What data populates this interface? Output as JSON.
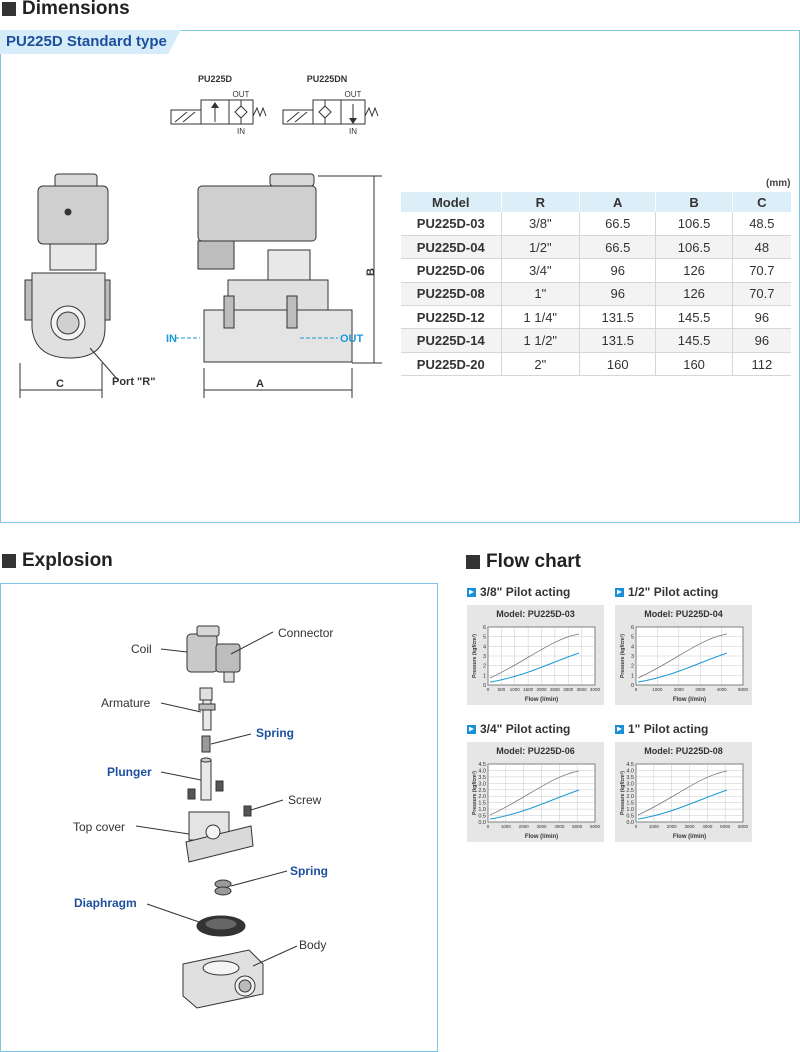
{
  "dimensions": {
    "heading": "Dimensions",
    "tab": "PU225D Standard type",
    "symbols": [
      {
        "model": "PU225D",
        "out": "OUT",
        "in": "IN"
      },
      {
        "model": "PU225DN",
        "out": "OUT",
        "in": "IN"
      }
    ],
    "drawing_labels": {
      "c": "C",
      "port": "Port \"R\"",
      "in": "IN",
      "out": "OUT",
      "a": "A",
      "b": "B"
    },
    "unit": "(mm)",
    "table": {
      "headers": [
        "Model",
        "R",
        "A",
        "B",
        "C"
      ],
      "rows": [
        [
          "PU225D-03",
          "3/8\"",
          "66.5",
          "106.5",
          "48.5"
        ],
        [
          "PU225D-04",
          "1/2\"",
          "66.5",
          "106.5",
          "48"
        ],
        [
          "PU225D-06",
          "3/4\"",
          "96",
          "126",
          "70.7"
        ],
        [
          "PU225D-08",
          "1\"",
          "96",
          "126",
          "70.7"
        ],
        [
          "PU225D-12",
          "1 1/4\"",
          "131.5",
          "145.5",
          "96"
        ],
        [
          "PU225D-14",
          "1 1/2\"",
          "131.5",
          "145.5",
          "96"
        ],
        [
          "PU225D-20",
          "2\"",
          "160",
          "160",
          "112"
        ]
      ]
    }
  },
  "explosion": {
    "heading": "Explosion",
    "labels": {
      "coil": "Coil",
      "connector": "Connector",
      "armature": "Armature",
      "spring1": "Spring",
      "plunger": "Plunger",
      "screw": "Screw",
      "top_cover": "Top cover",
      "spring2": "Spring",
      "diaphragm": "Diaphragm",
      "body": "Body"
    },
    "colors": {
      "highlight": "#1d4f9c"
    }
  },
  "flow": {
    "heading": "Flow chart",
    "charts": [
      {
        "title": "3/8\" Pilot acting",
        "model": "Model: PU225D-03",
        "ylabel": "Pressure (kgf/cm²)",
        "xlabel": "Flow (l/min)",
        "yticks": [
          "0",
          "1",
          "2",
          "3",
          "4",
          "5",
          "6"
        ],
        "xticks": [
          "0",
          "500",
          "1000",
          "1500",
          "2000",
          "2500",
          "3000",
          "3500",
          "4000"
        ]
      },
      {
        "title": "1/2\" Pilot acting",
        "model": "Model: PU225D-04",
        "ylabel": "Pressure (kgf/cm²)",
        "xlabel": "Flow (l/min)",
        "yticks": [
          "0",
          "1",
          "2",
          "3",
          "4",
          "5",
          "6"
        ],
        "xticks": [
          "0",
          "1000",
          "2000",
          "3000",
          "4000",
          "5000"
        ]
      },
      {
        "title": "3/4\" Pilot acting",
        "model": "Model: PU225D-06",
        "ylabel": "Pressure (kgf/cm²)",
        "xlabel": "Flow (l/min)",
        "yticks": [
          "0.0",
          "0.5",
          "1.0",
          "1.5",
          "2.0",
          "2.5",
          "3.0",
          "3.5",
          "4.0",
          "4.5"
        ],
        "xticks": [
          "0",
          "1000",
          "2000",
          "3000",
          "4000",
          "5000",
          "6000"
        ]
      },
      {
        "title": "1\" Pilot acting",
        "model": "Model: PU225D-08",
        "ylabel": "Pressure (kgf/cm²)",
        "xlabel": "Flow (l/min)",
        "yticks": [
          "0.0",
          "0.5",
          "1.0",
          "1.5",
          "2.0",
          "2.5",
          "3.0",
          "3.5",
          "4.0",
          "4.5"
        ],
        "xticks": [
          "0",
          "1000",
          "2000",
          "3000",
          "4000",
          "5000",
          "6000"
        ]
      }
    ],
    "colors": {
      "series_dark": "#777777",
      "series_blue": "#1a9ad6",
      "background": "#e6e6e6"
    }
  }
}
